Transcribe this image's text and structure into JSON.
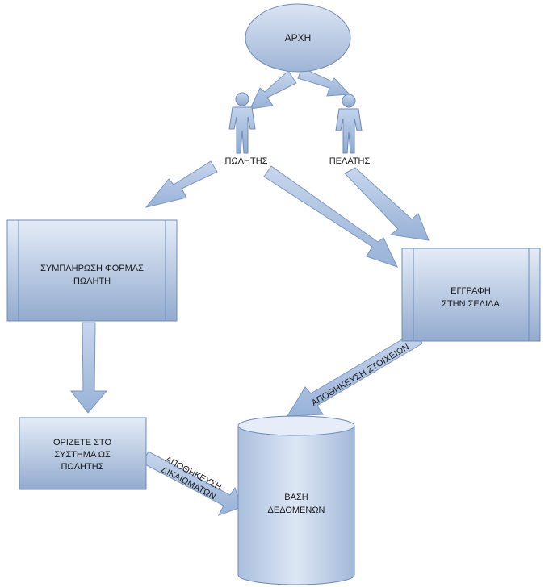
{
  "nodes": {
    "start": "ΑΡΧΗ",
    "seller_label": "ΠΩΛΗΤΗΣ",
    "customer_label": "ΠΕΛΑΤΗΣ",
    "fill_form": [
      "ΣΥΜΠΛΗΡΩΣΗ ΦΟΡΜΑΣ",
      "ΠΩΛΗΤΗ"
    ],
    "register": [
      "ΕΓΓΡΑΦΗ",
      "ΣΤΗΝ ΣΕΛΙΔΑ"
    ],
    "set_seller": [
      "ΟΡΙΖΕΤΕ ΣΤΟ",
      "ΣΥΣΤΗΜΑ ΩΣ",
      "ΠΩΛΗΤΗΣ"
    ],
    "database": [
      "ΒΑΣΗ",
      "ΔΕΔΟΜΕΝΩΝ"
    ]
  },
  "edge_labels": {
    "store_data": "ΑΠΟΘΗΚΕΥΣΗ ΣΤΟΙΧΕΙΩΝ",
    "store_rights": [
      "ΑΠΟΘΗΚΕΥΣΗ",
      "ΔΙΚΑΙΩΜΑΤΩΝ"
    ]
  },
  "colors": {
    "fill_light": "#dbe6f5",
    "fill_dark": "#8fa8cc",
    "stroke": "#5a7aa6",
    "arrow_fill": "#a9c0e0"
  }
}
